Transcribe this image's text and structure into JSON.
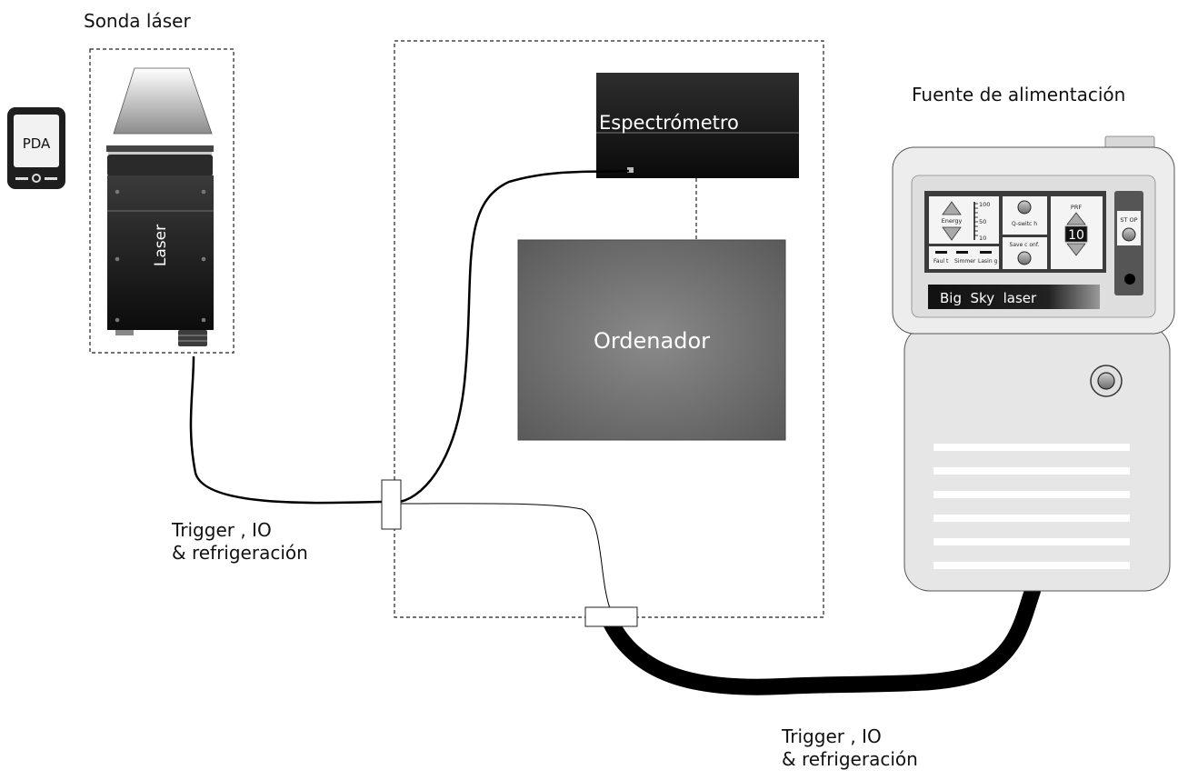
{
  "labels": {
    "probe_title": "Sonda láser",
    "power_supply_title": "Fuente de alimentación",
    "pda": "PDA",
    "laser": "Laser",
    "spectrometer": "Espectrómetro",
    "computer": "Ordenador",
    "cable_label_1_line1": "Trigger , IO",
    "cable_label_1_line2": "& refrigeración",
    "cable_label_2_line1": "Trigger , IO",
    "cable_label_2_line2": "& refrigeración"
  },
  "panel": {
    "energy": "Energy",
    "scale_100": "100",
    "scale_50": "50",
    "scale_10": "10",
    "qswitch": "Q-switc h",
    "save_conf": "Save c onf.",
    "prf": "PRF",
    "prf_value": "10",
    "stop": "ST OP",
    "fault": "Faul t",
    "simmer": "Simmer",
    "lasing": "Lasin g",
    "brand": "Big  Sky  laser"
  },
  "colors": {
    "dark_device": "#1a1a1a",
    "computer_gray": "#6e6e6e",
    "supply_body": "#e6e6e6",
    "cable": "#000000"
  }
}
